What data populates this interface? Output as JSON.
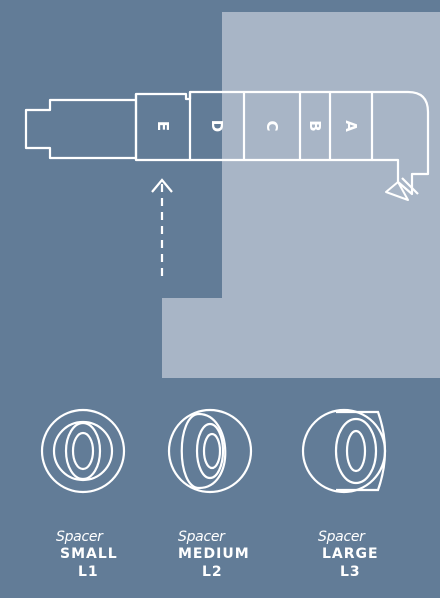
{
  "colors": {
    "background": "#627c97",
    "panel": "#a8b5c6",
    "stroke": "#ffffff"
  },
  "segments": [
    {
      "letter": "E"
    },
    {
      "letter": "D"
    },
    {
      "letter": "C"
    },
    {
      "letter": "B"
    },
    {
      "letter": "A"
    }
  ],
  "spacers": [
    {
      "spacer_word": "Spacer",
      "size": "SMALL",
      "code": "L1"
    },
    {
      "spacer_word": "Spacer",
      "size": "MEDIUM",
      "code": "L2"
    },
    {
      "spacer_word": "Spacer",
      "size": "LARGE",
      "code": "L3"
    }
  ]
}
